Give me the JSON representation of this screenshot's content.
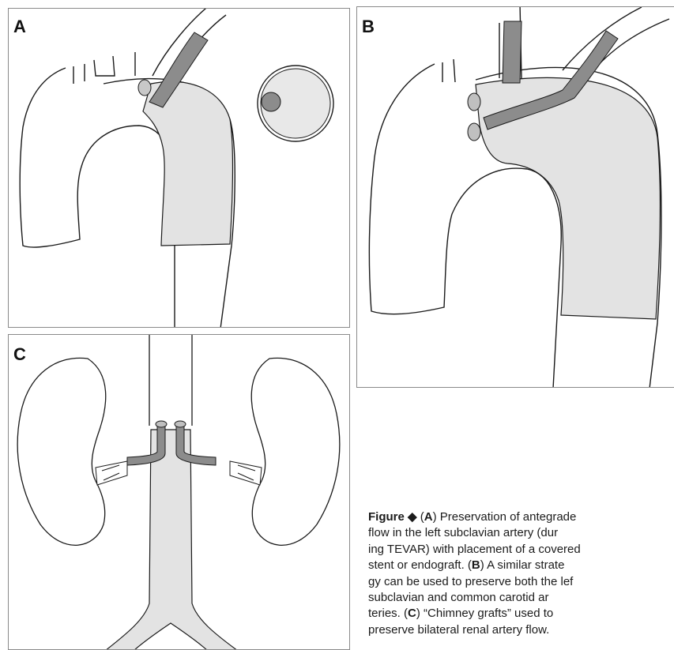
{
  "panels": {
    "a": {
      "label": "A"
    },
    "b": {
      "label": "B"
    },
    "c": {
      "label": "C"
    }
  },
  "caption": {
    "figure_word": "Figure",
    "diamond": "◆",
    "line1_a": " (",
    "ref_a": "A",
    "line1_b": ") Preservation of antegrade",
    "line2": "flow in the left subclavian artery (dur",
    "line3": "ing TEVAR) with placement of a covered",
    "line4_a": "stent or endograft. (",
    "ref_b": "B",
    "line4_b": ") A similar strate",
    "line5": "gy can be used to preserve both the lef",
    "line6": "subclavian  and  common  carotid  ar",
    "line7_a": "teries. (",
    "ref_c": "C",
    "line7_b": ") “Chimney grafts”  used  to",
    "line8": "preserve bilateral renal artery flow."
  },
  "colors": {
    "graft_fill": "#e3e3e3",
    "chimney_fill": "#8c8c8c",
    "outline": "#1a1a1a",
    "panel_border": "#8a8a8a"
  }
}
